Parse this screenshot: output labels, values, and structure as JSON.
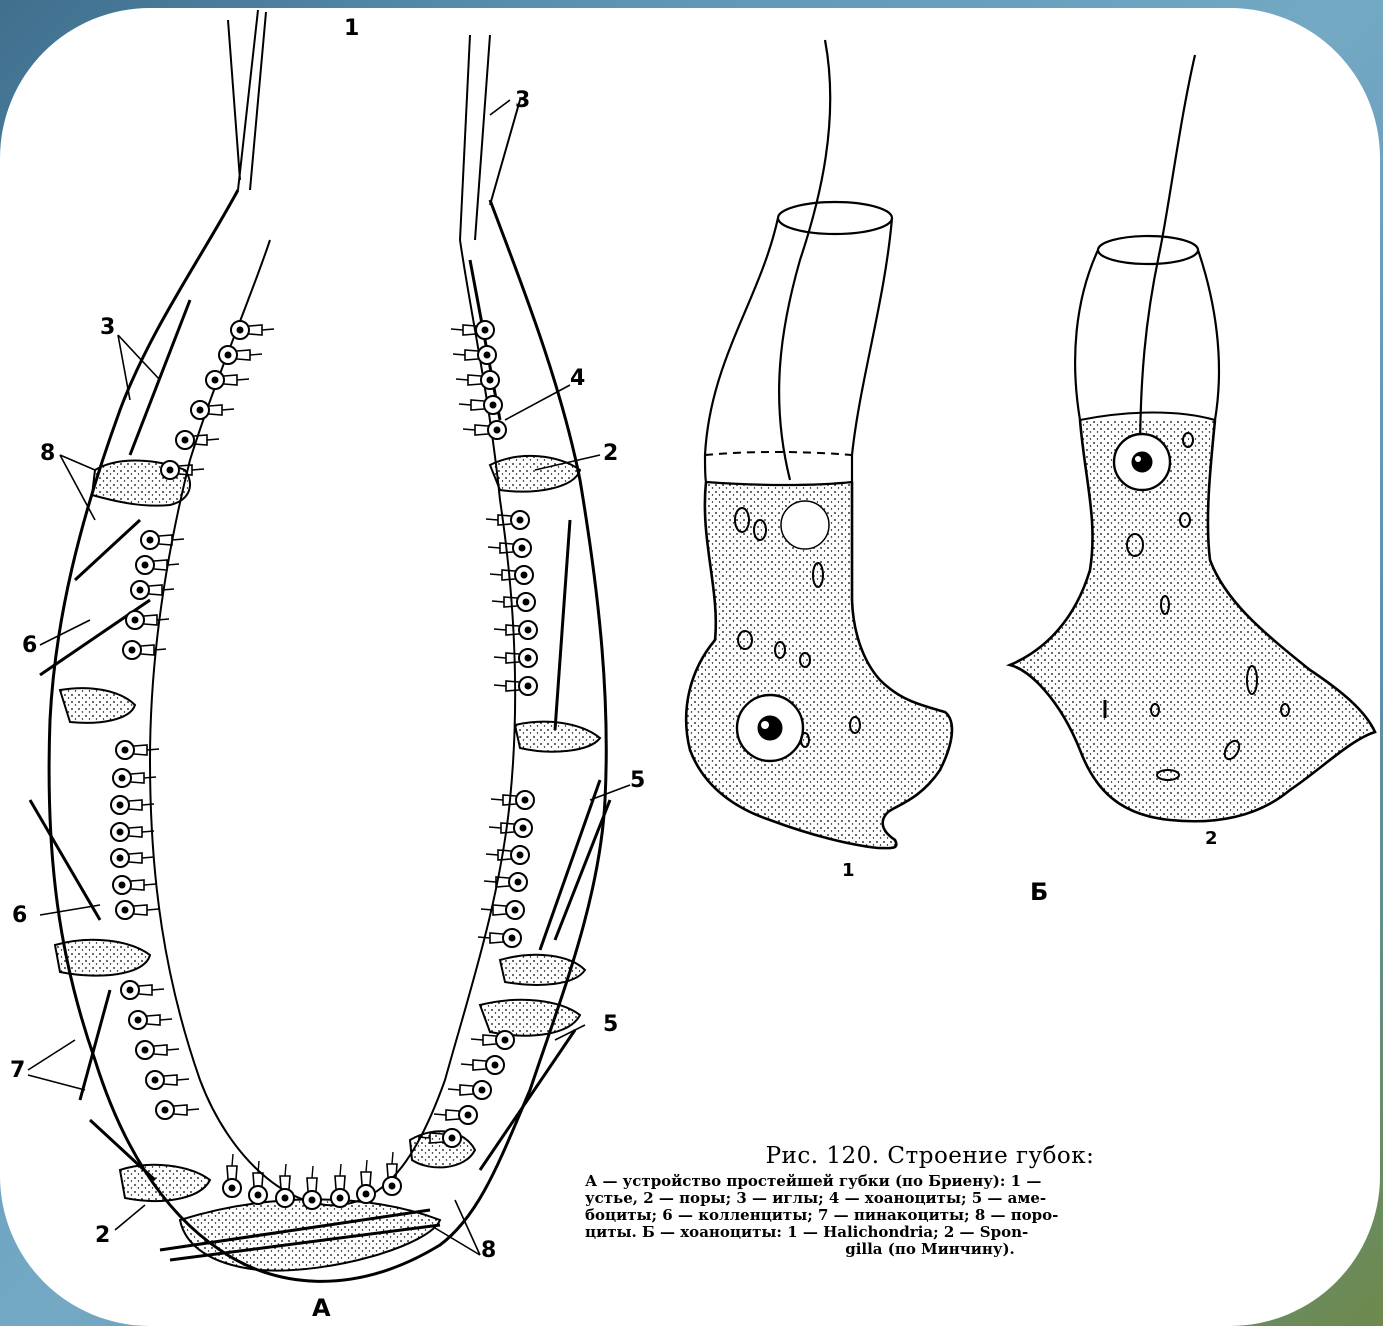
{
  "labels": {
    "top": "1",
    "a": "А",
    "b": "Б",
    "cell1": "1",
    "cell2": "2",
    "n3_left": "3",
    "n3_right": "3",
    "n4": "4",
    "n2_right": "2",
    "n8_left": "8",
    "n6_upper": "6",
    "n5_mid": "5",
    "n6_lower": "6",
    "n5_lower": "5",
    "n7": "7",
    "n2_bottom": "2",
    "n8_bottom": "8"
  },
  "caption": {
    "title": "Рис. 120. Строение губок:",
    "line1": "А — устройство простейшей губки (по Бриену): 1 —",
    "line2": "устье, 2 — поры; 3 — иглы; 4 — хоаноциты; 5 — аме-",
    "line3": "боциты; 6 — колленциты; 7 — пинакоциты; 8 — поро-",
    "line4": "циты. Б — хоаноциты: 1 — Halichondria; 2 — Spon-",
    "line5": "gilla (по Минчину)."
  },
  "colors": {
    "background_frame": "#5f97b7",
    "panel": "#ffffff",
    "ink": "#000000"
  }
}
